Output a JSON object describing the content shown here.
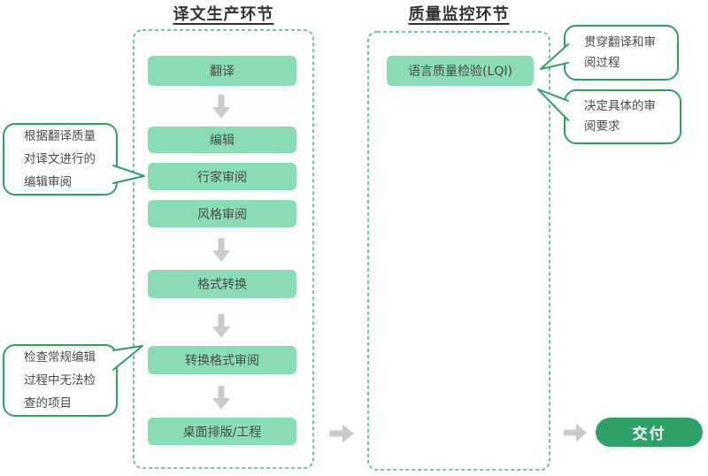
{
  "titles": {
    "left": "译文生产环节",
    "right": "质量监控环节"
  },
  "flow": {
    "steps": [
      {
        "label": "翻译"
      },
      {
        "label": "编辑"
      },
      {
        "label": "行家审阅"
      },
      {
        "label": "风格审阅"
      },
      {
        "label": "格式转换"
      },
      {
        "label": "转换格式审阅"
      },
      {
        "label": "桌面排版/工程"
      }
    ]
  },
  "quality": {
    "lqi_label": "语言质量检验(LQI)"
  },
  "callouts": {
    "left_top": {
      "text": "根据翻译质量\n对译文进行的\n编辑审阅"
    },
    "left_bottom": {
      "text": "检查常规编辑\n过程中无法检\n查的项目"
    },
    "right_top": {
      "text": "贯穿翻译和审\n阅过程"
    },
    "right_bottom": {
      "text": "决定具体的审\n阅要求"
    }
  },
  "deliver": {
    "label": "交付"
  },
  "colors": {
    "step_fill": "#8adcb3",
    "dashed_border": "#57c18d",
    "callout_border": "#2da064",
    "deliver_bg": "#2ea169",
    "arrow_gray": "#cbcbcb",
    "text_dark": "#4a4a4a"
  }
}
